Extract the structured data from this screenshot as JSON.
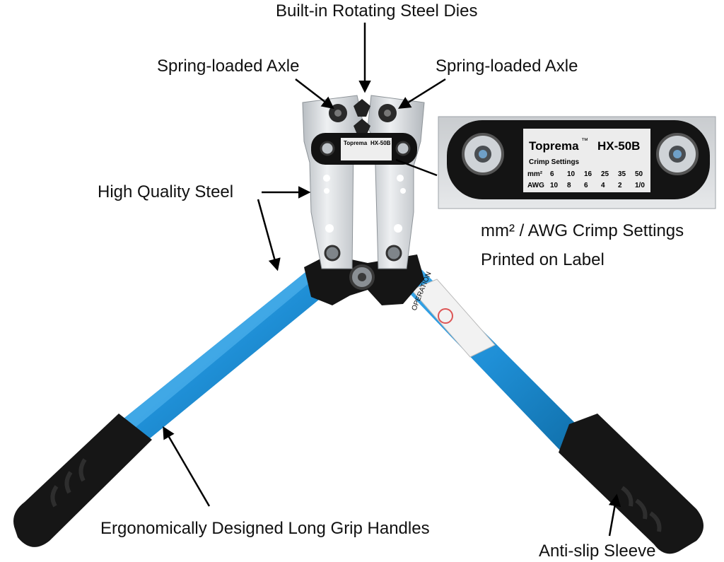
{
  "callouts": {
    "top_dies": "Built-in Rotating Steel Dies",
    "axle_left": "Spring-loaded Axle",
    "axle_right": "Spring-loaded Axle",
    "steel": "High Quality Steel",
    "settings_line1": "mm² / AWG Crimp Settings",
    "settings_line2": "Printed on Label",
    "handles": "Ergonomically Designed Long Grip Handles",
    "sleeve": "Anti-slip Sleeve"
  },
  "label": {
    "brand": "Toprema",
    "tm": "™",
    "model": "HX-50B",
    "settings_title": "Crimp Settings",
    "mm_head": "mm²",
    "awg_head": "AWG",
    "mm_values": [
      "6",
      "10",
      "16",
      "25",
      "35",
      "50"
    ],
    "awg_values": [
      "10",
      "8",
      "6",
      "4",
      "2",
      "1/0"
    ]
  },
  "handle_tag": "OPERATION",
  "colors": {
    "handle_blue": "#1f8fd6",
    "grip_black": "#1a1a1a",
    "steel": "#d9dcdf"
  }
}
